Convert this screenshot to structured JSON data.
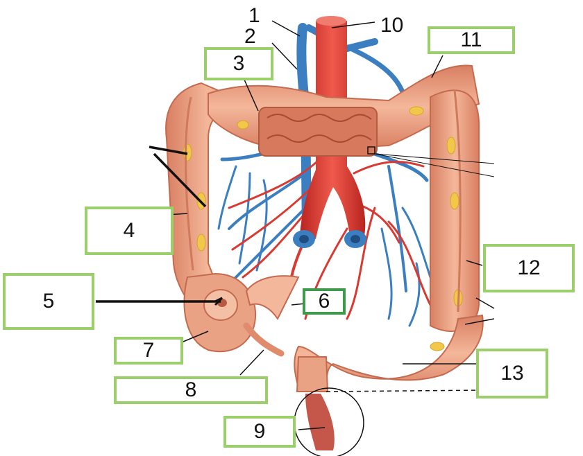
{
  "labels": {
    "l1": "1",
    "l2": "2",
    "l3": "3",
    "l4": "4",
    "l5": "5",
    "l6": "6",
    "l7": "7",
    "l8": "8",
    "l9": "9",
    "l10": "10",
    "l11": "11",
    "l12": "12",
    "l13": "13"
  },
  "colors": {
    "box_border": "#9bcf6b",
    "box_border_dark": "#3d9a4a",
    "colon": "#e9a384",
    "artery": "#d83a32",
    "vein": "#3b7fc0",
    "fat": "#f2c84b"
  }
}
